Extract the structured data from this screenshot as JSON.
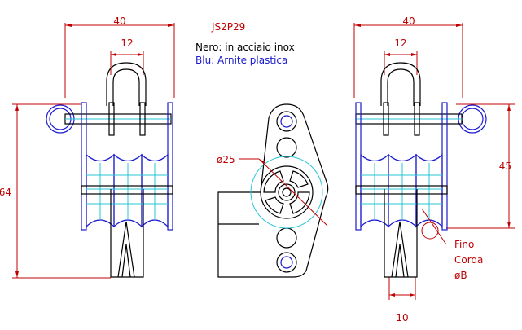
{
  "title": "JS2P29",
  "legend": {
    "line1": "Nero: in acciaio inox",
    "line2": "Blu: Arnite plastica"
  },
  "dimensions": {
    "left_width": "40",
    "left_inner": "12",
    "left_height": "64",
    "center_diameter": "ø25",
    "right_width": "40",
    "right_inner": "12",
    "right_height": "45",
    "right_bottom": "10"
  },
  "callout": {
    "line1": "Fino",
    "line2": "Corda",
    "line3": "øB"
  },
  "colors": {
    "dimension": "#c00000",
    "steel": "#000000",
    "plastic": "#1a1ad0",
    "hidden": "#29c4d6",
    "legend_line1": "#000000",
    "legend_line2": "#1a1ad0"
  }
}
